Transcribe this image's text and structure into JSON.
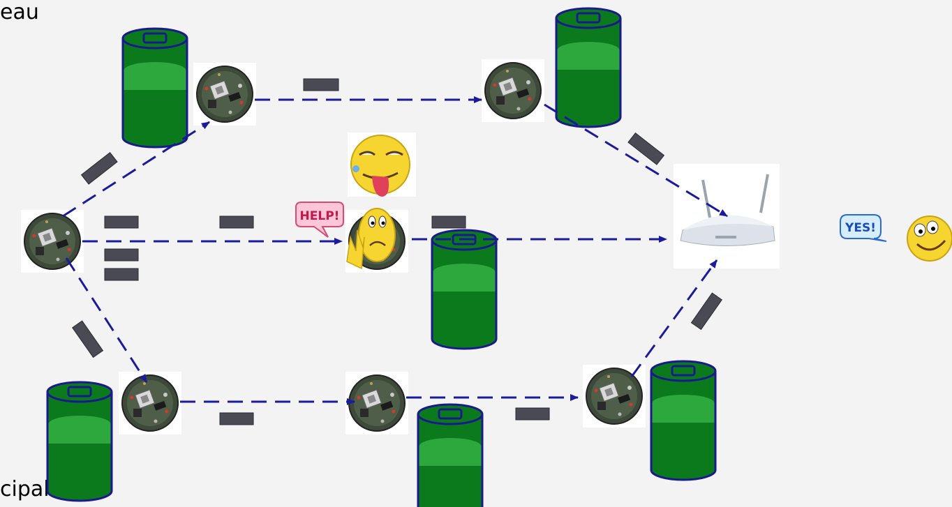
{
  "text": {
    "top_left": "eau",
    "bottom_left": "cipale :"
  },
  "callouts": {
    "help": "HELP!",
    "yes": "YES!"
  },
  "colors": {
    "arrow": "#1a1a9c",
    "packet": "#4a4a55",
    "battery_body": "#0b7a1d",
    "battery_light": "#2da83d",
    "battery_outline": "#1a1a8c",
    "smiley": "#f7d531"
  },
  "icons": {
    "sensor": "sensor-node-icon",
    "gateway": "wifi-router-icon",
    "battery": "battery-icon",
    "tired_face": "tired-smiley-icon",
    "worried_face": "worried-smiley-icon",
    "happy_face": "happy-smiley-icon"
  }
}
